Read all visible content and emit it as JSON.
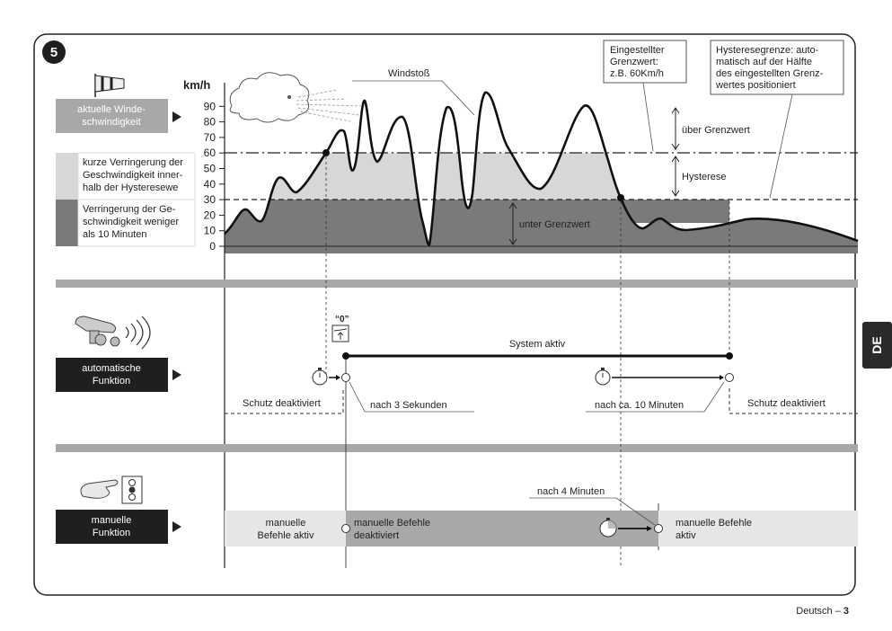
{
  "figure_number": "5",
  "unit": "km/h",
  "y_ticks": [
    "0",
    "10",
    "20",
    "30",
    "40",
    "50",
    "60",
    "70",
    "80",
    "90"
  ],
  "labels": {
    "wind_speed": [
      "aktuelle Winde-",
      "schwindigkeit"
    ],
    "gust": "Windstoß",
    "set_threshold": [
      "Eingestellter",
      "Grenzwert:",
      "z.B. 60Km/h"
    ],
    "hysteresis_limit": [
      "Hysteresegrenze: auto-",
      "matisch auf der Hälfte",
      "des eingestellten Grenz-",
      "wertes positioniert"
    ],
    "above_threshold": "über Grenzwert",
    "hysteresis": "Hysterese",
    "below_threshold": "unter Grenzwert",
    "short_reduction": [
      "kurze Verringerung der",
      "Geschwindigkeit inner-",
      "halb der Hysteresewe"
    ],
    "long_reduction": [
      "Verringerung der Ge-",
      "schwindigkeit weniger",
      "als 10 Minuten"
    ],
    "automatic_function": [
      "automatische",
      "Funktion"
    ],
    "zero": "“0”",
    "system_active": "System aktiv",
    "protection_off_left": "Schutz deaktiviert",
    "after_3s": "nach 3 Sekunden",
    "after_10min": "nach ca. 10 Minuten",
    "protection_off_right": "Schutz deaktiviert",
    "manual_function": [
      "manuelle",
      "Funktion"
    ],
    "after_4min": "nach 4 Minuten",
    "manual_active": [
      "manuelle",
      "Befehle aktiv"
    ],
    "manual_disabled": [
      "manuelle Befehle",
      "deaktiviert"
    ],
    "manual_active_again": [
      "manuelle Befehle",
      "aktiv"
    ]
  },
  "side_tab": "DE",
  "footer": {
    "text": "Deutsch – ",
    "page": "3"
  },
  "colors": {
    "dark_grey": "#7a7a7a",
    "light_grey": "#d7d7d7",
    "mid_grey": "#a8a8a8",
    "black_box": "#1f1f1f"
  }
}
